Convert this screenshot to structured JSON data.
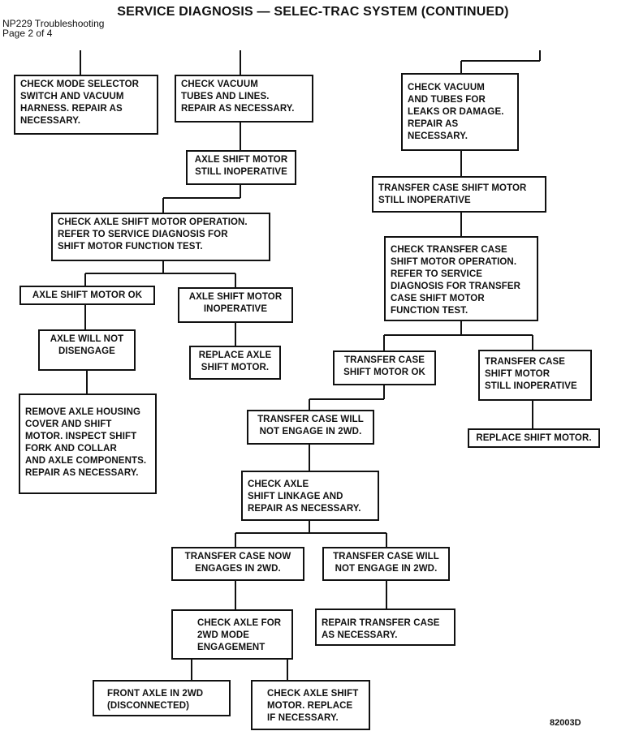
{
  "header": {
    "title": "SERVICE DIAGNOSIS — SELEC-TRAC SYSTEM (CONTINUED)",
    "doc_title": "NP229 Troubleshooting",
    "page": "Page 2 of 4"
  },
  "boxes": {
    "check_mode_selector": "CHECK MODE SELECTOR\nSWITCH AND VACUUM\nHARNESS. REPAIR AS\nNECESSARY.",
    "check_vacuum_tubes_lines": "CHECK VACUUM\nTUBES AND LINES.\nREPAIR AS NECESSARY.",
    "axle_motor_still_inop": "AXLE SHIFT MOTOR\nSTILL INOPERATIVE",
    "check_axle_motor_operation": "CHECK AXLE SHIFT MOTOR OPERATION.\nREFER TO SERVICE DIAGNOSIS FOR\nSHIFT MOTOR FUNCTION TEST.",
    "axle_motor_ok": "AXLE SHIFT MOTOR OK",
    "axle_motor_inop": "AXLE SHIFT MOTOR\nINOPERATIVE",
    "axle_not_disengage": "AXLE WILL NOT\nDISENGAGE",
    "replace_axle_motor": "REPLACE AXLE\nSHIFT MOTOR.",
    "remove_axle_housing": "REMOVE AXLE HOUSING\nCOVER AND SHIFT\nMOTOR. INSPECT SHIFT\nFORK AND COLLAR\nAND AXLE COMPONENTS.\nREPAIR AS NECESSARY.",
    "check_vacuum_tubes_leaks": "CHECK VACUUM\nAND TUBES FOR\nLEAKS OR DAMAGE.\nREPAIR AS\nNECESSARY.",
    "tc_motor_still_inop": "TRANSFER CASE SHIFT MOTOR\nSTILL INOPERATIVE",
    "check_tc_motor_operation": "CHECK TRANSFER CASE\nSHIFT MOTOR OPERATION.\nREFER TO SERVICE\nDIAGNOSIS FOR TRANSFER\nCASE SHIFT MOTOR\nFUNCTION TEST.",
    "tc_motor_ok": "TRANSFER CASE\nSHIFT MOTOR OK",
    "tc_motor_still_inop_2": "TRANSFER CASE\nSHIFT MOTOR\nSTILL INOPERATIVE",
    "tc_not_engage_2wd": "TRANSFER CASE WILL\nNOT ENGAGE IN 2WD.",
    "replace_shift_motor": "REPLACE SHIFT MOTOR.",
    "check_axle_linkage": "CHECK AXLE\nSHIFT LINKAGE AND\nREPAIR AS NECESSARY.",
    "tc_now_engages": "TRANSFER CASE NOW\nENGAGES IN 2WD.",
    "tc_not_engage_2wd_2": "TRANSFER CASE WILL\nNOT ENGAGE IN 2WD.",
    "check_axle_2wd": "CHECK AXLE FOR\n2WD MODE\nENGAGEMENT",
    "repair_tc": "REPAIR TRANSFER CASE\nAS NECESSARY.",
    "front_axle_2wd": "FRONT AXLE IN 2WD\n(DISCONNECTED)",
    "check_axle_shift_motor": "CHECK AXLE SHIFT\nMOTOR. REPLACE\nIF NECESSARY."
  },
  "figure_id": "82003D"
}
